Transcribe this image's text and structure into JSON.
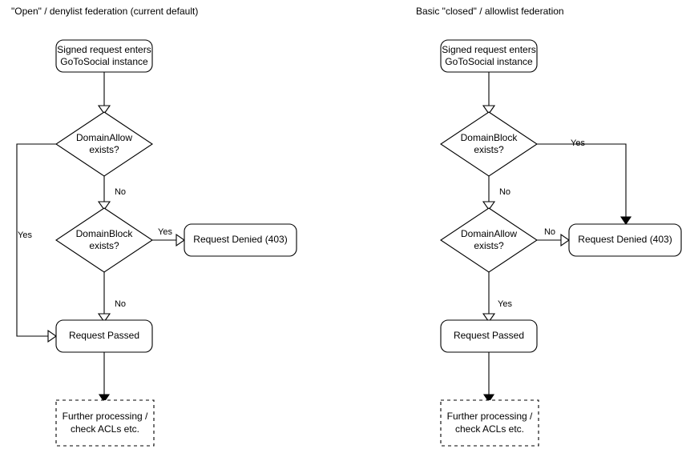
{
  "diagrams": [
    {
      "id": "open-denylist",
      "title": "\"Open\" / denylist federation (current default)",
      "nodes": {
        "start": {
          "label_line1": "Signed request enters",
          "label_line2": "GoToSocial instance",
          "shape": "rounded-rect"
        },
        "decision1": {
          "label_line1": "DomainAllow",
          "label_line2": "exists?",
          "shape": "diamond"
        },
        "decision2": {
          "label_line1": "DomainBlock",
          "label_line2": "exists?",
          "shape": "diamond"
        },
        "denied": {
          "label": "Request Denied (403)",
          "shape": "rounded-rect"
        },
        "passed": {
          "label": "Request Passed",
          "shape": "rounded-rect"
        },
        "further": {
          "label_line1": "Further processing /",
          "label_line2": "check ACLs etc.",
          "shape": "dashed-rect"
        }
      },
      "edges": [
        {
          "from": "start",
          "to": "decision1",
          "label": ""
        },
        {
          "from": "decision1",
          "to": "passed",
          "label": "Yes"
        },
        {
          "from": "decision1",
          "to": "decision2",
          "label": "No"
        },
        {
          "from": "decision2",
          "to": "denied",
          "label": "Yes"
        },
        {
          "from": "decision2",
          "to": "passed",
          "label": "No"
        },
        {
          "from": "passed",
          "to": "further",
          "label": ""
        }
      ]
    },
    {
      "id": "closed-allowlist",
      "title": "Basic \"closed\" / allowlist federation",
      "nodes": {
        "start": {
          "label_line1": "Signed request enters",
          "label_line2": "GoToSocial instance",
          "shape": "rounded-rect"
        },
        "decision1": {
          "label_line1": "DomainBlock",
          "label_line2": "exists?",
          "shape": "diamond"
        },
        "decision2": {
          "label_line1": "DomainAllow",
          "label_line2": "exists?",
          "shape": "diamond"
        },
        "denied": {
          "label": "Request Denied (403)",
          "shape": "rounded-rect"
        },
        "passed": {
          "label": "Request Passed",
          "shape": "rounded-rect"
        },
        "further": {
          "label_line1": "Further processing /",
          "label_line2": "check ACLs etc.",
          "shape": "dashed-rect"
        }
      },
      "edges": [
        {
          "from": "start",
          "to": "decision1",
          "label": ""
        },
        {
          "from": "decision1",
          "to": "denied",
          "label": "Yes"
        },
        {
          "from": "decision1",
          "to": "decision2",
          "label": "No"
        },
        {
          "from": "decision2",
          "to": "denied",
          "label": "No"
        },
        {
          "from": "decision2",
          "to": "passed",
          "label": "Yes"
        },
        {
          "from": "passed",
          "to": "further",
          "label": ""
        }
      ]
    }
  ],
  "colors": {
    "stroke": "#000000",
    "fill": "#ffffff",
    "text": "#000000",
    "background": "#ffffff"
  }
}
